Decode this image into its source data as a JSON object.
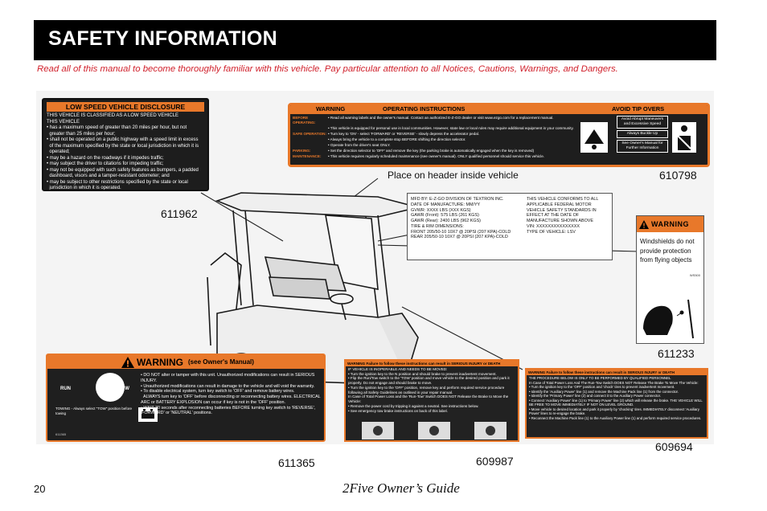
{
  "header": {
    "title": "SAFETY INFORMATION"
  },
  "intro": "Read all of this manual to become thoroughly familiar with this vehicle. Pay particular attention to all Notices, Cautions, Warnings, and Dangers.",
  "figure": {
    "place_note": "Place on header inside vehicle",
    "part_numbers": {
      "lsv_disclosure": "611962",
      "operating": "610798",
      "windshield": "611233",
      "warning_owner": "611365",
      "warning_center": "609987",
      "warning_right": "609694"
    },
    "lsv_label": {
      "title": "LOW SPEED VEHICLE DISCLOSURE",
      "lines": [
        "THIS VEHICLE IS CLASSIFIED AS A LOW SPEED VEHICLE",
        "THIS VEHICLE",
        "• has a maximum speed of greater than 20 miles per hour, but not",
        "  greater than 25 miles per hour;",
        "• shall not be operated on a public highway with a speed limit in excess",
        "  of the maximum specified by the state or local jurisdiction in which it is",
        "  operated;",
        "• may be a hazard on the roadways if it impedes traffic;",
        "• may subject the driver to citations for impeding traffic;",
        "• may not be equipped with such safety features as bumpers, a padded",
        "  dashboard, visors and a tamper-resistant odometer; and",
        "• may be subject to other restrictions specified by the state or local",
        "  jurisdiction in which it is operated."
      ]
    },
    "operating_label": {
      "warning": "WARNING",
      "title": "OPERATING INSTRUCTIONS",
      "avoid": "AVOID TIP OVERS",
      "rows": [
        {
          "key": "BEFORE OPERATING:",
          "text": "• Read all warning labels and the owner's manual. Contact an authorized E-Z-GO dealer or visit www.ezgo.com for a replacement manual."
        },
        {
          "key": "",
          "text": "• This vehicle is equipped for personal use in local communities. However, state law or local rules may require additional equipment in your community."
        },
        {
          "key": "SAFE OPERATION:",
          "text": "• Turn key to 'ON' - select 'FORWARD' or 'REVERSE' - slowly depress the accelerator pedal."
        },
        {
          "key": "",
          "text": "• Always bring the vehicle to a complete stop BEFORE shifting the direction selector."
        },
        {
          "key": "",
          "text": "• Operate from the driver's seat ONLY."
        },
        {
          "key": "PARKING:",
          "text": "• Set the direction selector to 'OFF' and remove the key (the parking brake is automatically engaged when the key is removed)"
        },
        {
          "key": "MAINTENANCE:",
          "text": "• This vehicle requires regularly scheduled maintenance (see owner's manual). ONLY qualified personnel should service this vehicle."
        }
      ],
      "tips": [
        "Avoid Abrupt Maneuvers and Excessive Speed",
        "Always Buckle Up",
        "See Owner's Manual for Further Information"
      ]
    },
    "mfr_label": {
      "left": [
        "MFD BY: E-Z-GO DIVISION OF TEXTRON INC.",
        "DATE OF MANUFACTURE: MM/YY",
        "GVWR: XXXX LBS (XXX KGS)",
        "GAWR (Front): 575 LBS (261 KGS)",
        "GAWR (Rear): 2400 LBS (962 KGS)",
        "TIRE & RIM DIMENSIONS:",
        "FRONT 205/50-10 10X7 @ 20PSI (207 KPA)-COLD",
        "REAR 205/50-10 10X7 @ 20PSI (207 KPA)-COLD"
      ],
      "right": [
        "THIS VEHICLE CONFORMS TO ALL",
        "APPLICABLE FEDERAL MOTOR",
        "VEHICLE SAFETY STANDARDS IN",
        "EFFECT AT THE DATE OF",
        "MANUFACTURE SHOWN ABOVE",
        "VIN: XXXXXXXXXXXXXXX",
        "TYPE OF VEHICLE: LSV"
      ]
    },
    "windshield_label": {
      "title": "WARNING",
      "text": "Windshields do not provide protection from flying objects",
      "code": "WS500"
    },
    "owner_warning": {
      "title": "WARNING",
      "subtitle": "(see Owner's Manual)",
      "run": "RUN",
      "tow": "TOW",
      "towing": "TOWING - Always select \"TOW\" position before towing",
      "code": "611365",
      "bullets": [
        "• DO NOT alter or tamper with this unit. Unauthorized modifications can result in SERIOUS INJURY.",
        "• Unauthorized modifications can result in damage to the vehicle and will void the warranty.",
        "• To disable electrical system, turn key switch to 'OFF' and remove battery wires.",
        "  ALWAYS turn key to 'OFF' before disconnecting or reconnecting battery wires. ELECTRICAL ARC or BATTERY EXPLOSION can occur if key is not in the 'OFF' position.",
        "• WAIT 30 seconds after reconnecting batteries BEFORE turning key switch to 'REVERSE', 'FORWARD' or 'NEUTRAL' positions."
      ]
    },
    "center_warning": {
      "title": "WARNING  Failure to follow these instructions can result in SERIOUS INJURY or DEATH",
      "lines": [
        "IF VEHICLE IS INOPERABLE AND NEEDS TO BE MOVED:",
        "• Turn the ignition key to the N position and should brake to prevent inadvertent movement.",
        "• Flip the Run/Tow switch to the 'TOW' position and move vehicle to the desired position and park it properly. Do not engage and should brake to move.",
        "• Turn the ignition key to the 'OFF' position, remove key and perform required service procedure following all Safety Guidelines as outlined in your repair manual.",
        "In Case of Total Power Loss and the 'Run-Tow' Switch DOES NOT Release the Brake to Move the Vehicle:",
        "• Remove the power cord by tripping it against a neutral. See instructions below.",
        "• See emergency tow brake instructions on back of this label."
      ]
    },
    "right_warning": {
      "title": "WARNING  Failure to follow these instructions can result in SERIOUS INJURY or DEATH",
      "lines": [
        "THE PROCEDURE BELOW IS ONLY TO BE PERFORMED BY QUALIFIED PERSONNEL",
        "In Case of Total Power Loss And The Run-Tow Switch DOES NOT Release The Brake To Move The Vehicle:",
        "• Turn the ignition key to the 'OFF' position and 'chock' tires to prevent inadvertent movement.",
        "• Identify the 'Auxiliary Power' line (1) and remove the Machine Pack line (1) from the connector.",
        "• Identify the 'Primary Power' line (2) and connect it to the Auxiliary Power connector.",
        "• Connect 'Auxiliary Power' line (1) to 'Primary Power' line (2) which will release the brake. THE VEHICLE WILL BE FREE TO MOVE IMMEDIATELY IF NOT ON LEVEL GROUND.",
        "• Move vehicle to desired location and park it properly by 'chocking' tires. IMMEDIATELY disconnect 'Auxiliary Power' lines to re-engage the brake.",
        "• Reconnect the Machine Pack line (1) to the Auxiliary Power line (1) and perform required service procedures."
      ]
    }
  },
  "footer": {
    "page_number": "20",
    "title": "2Five Owner’s Guide"
  }
}
